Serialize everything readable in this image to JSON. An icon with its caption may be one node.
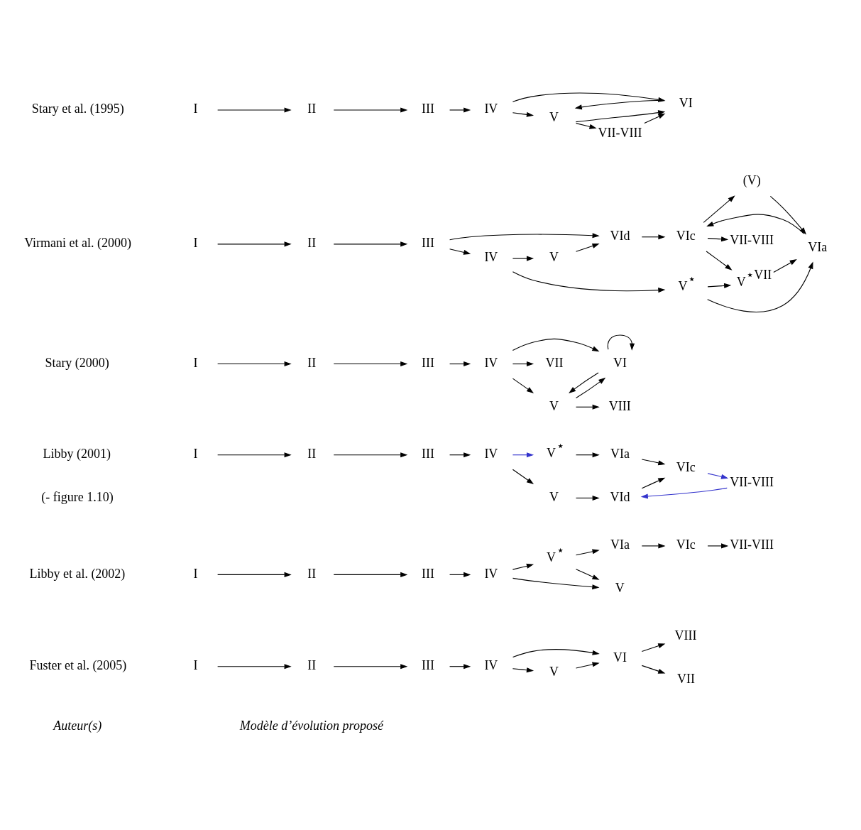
{
  "diagram": {
    "nodes": [
      {
        "text": [
          "I"
        ]
      },
      {
        "text": [
          "II"
        ]
      },
      {
        "text": [
          "III"
        ]
      },
      {
        "text": [
          "IV"
        ]
      },
      {
        "text": [
          "V"
        ]
      },
      {
        "text": [
          "VII-VIII"
        ]
      },
      {
        "text": [
          "VI"
        ]
      },
      {
        "text": [
          "I"
        ]
      },
      {
        "text": [
          "II"
        ]
      },
      {
        "text": [
          "III"
        ]
      },
      {
        "text": [
          "IV"
        ]
      },
      {
        "text": [
          "V"
        ]
      },
      {
        "text": [
          "(V)"
        ]
      },
      {
        "text": [
          "VII-VIII"
        ]
      },
      {
        "text": [
          "V$^{⋆}$"
        ]
      },
      {
        "text": [
          "VIa"
        ]
      },
      {
        "text": [
          "VIc"
        ]
      },
      {
        "text": [
          "VId"
        ]
      },
      {
        "text": [
          "V$^{⋆VII}$"
        ]
      },
      {
        "text": [
          "I"
        ]
      },
      {
        "text": [
          "II"
        ]
      },
      {
        "text": [
          "III"
        ]
      },
      {
        "text": [
          "IV"
        ]
      },
      {
        "text": [
          "V"
        ]
      },
      {
        "text": [
          "VII"
        ]
      },
      {
        "text": [
          "VIII"
        ]
      },
      {
        "text": [
          "VI"
        ]
      },
      {
        "text": [
          "I"
        ]
      },
      {
        "text": [
          "II"
        ]
      },
      {
        "text": [
          "III"
        ]
      },
      {
        "text": [
          "IV"
        ]
      },
      {
        "text": [
          "V"
        ]
      },
      {
        "text": [
          "VII-VIII"
        ]
      },
      {
        "text": [
          "V$^{⋆}$"
        ]
      },
      {
        "text": [
          "VIa"
        ]
      },
      {
        "text": [
          "VIc"
        ]
      },
      {
        "text": [
          "VId"
        ]
      },
      {
        "text": [
          "I"
        ]
      },
      {
        "text": [
          "II"
        ]
      },
      {
        "text": [
          "III"
        ]
      },
      {
        "text": [
          "IV"
        ]
      },
      {
        "text": [
          "V"
        ]
      },
      {
        "text": [
          "VII-VIII"
        ]
      },
      {
        "text": [
          "V$^{⋆}$"
        ]
      },
      {
        "text": [
          "VIa"
        ]
      },
      {
        "text": [
          "VIc"
        ]
      },
      {
        "text": [
          "I"
        ]
      },
      {
        "text": [
          "II"
        ]
      },
      {
        "text": [
          "III"
        ]
      },
      {
        "text": [
          "IV"
        ]
      },
      {
        "text": [
          "V"
        ]
      },
      {
        "text": [
          "VII"
        ]
      },
      {
        "text": [
          "VIII"
        ]
      },
      {
        "text": [
          "VI"
        ]
      }
    ],
    "edges": [
      {
        "from": 0,
        "to": 1,
        "arrow": "to"
      },
      {
        "from": 1,
        "to": 2,
        "arrow": "to"
      },
      {
        "from": 2,
        "to": 3,
        "arrow": "to"
      },
      {
        "from": 3,
        "to": 4,
        "arrow": "to"
      },
      {
        "from": 4,
        "to": 5,
        "arrow": "to"
      },
      {
        "from": 4,
        "to": 6,
        "arrow": "to"
      },
      {
        "from": 6,
        "to": 4,
        "arrow": "to"
      },
      {
        "from": 3,
        "to": 6,
        "arrow": "to"
      },
      {
        "from": 5,
        "to": 6,
        "arrow": "to"
      },
      {
        "from": 7,
        "to": 8,
        "arrow": "to"
      },
      {
        "from": 8,
        "to": 9,
        "arrow": "to"
      },
      {
        "from": 9,
        "to": 10,
        "arrow": "to"
      },
      {
        "from": 10,
        "to": 11,
        "arrow": "to"
      },
      {
        "from": 9,
        "to": 17,
        "arrow": "to"
      },
      {
        "from": 11,
        "to": 17,
        "arrow": "to"
      },
      {
        "from": 16,
        "to": 12,
        "arrow": "to"
      },
      {
        "from": 16,
        "to": 13,
        "arrow": "to"
      },
      {
        "from": 12,
        "to": 15,
        "arrow": "to"
      },
      {
        "from": 10,
        "to": 14,
        "arrow": "to"
      },
      {
        "from": 14,
        "to": 15,
        "arrow": "to"
      },
      {
        "from": 15,
        "to": 16,
        "arrow": "to"
      },
      {
        "from": 17,
        "to": 16,
        "arrow": "to"
      },
      {
        "from": 14,
        "to": 18,
        "arrow": "to"
      },
      {
        "from": 16,
        "to": 18,
        "arrow": "to"
      },
      {
        "from": 18,
        "to": 15,
        "arrow": "to"
      },
      {
        "from": 19,
        "to": 20,
        "arrow": "to"
      },
      {
        "from": 20,
        "to": 21,
        "arrow": "to"
      },
      {
        "from": 21,
        "to": 22,
        "arrow": "to"
      },
      {
        "from": 22,
        "to": 23,
        "arrow": "to"
      },
      {
        "from": 22,
        "to": 24,
        "arrow": "to"
      },
      {
        "from": 23,
        "to": 25,
        "arrow": "to"
      },
      {
        "from": 23,
        "to": 26,
        "arrow": "to"
      },
      {
        "from": 26,
        "to": 23,
        "arrow": "to"
      },
      {
        "from": 26,
        "to": 26,
        "arrow": "to"
      },
      {
        "from": 22,
        "to": 26,
        "arrow": "to"
      },
      {
        "from": 27,
        "to": 28,
        "arrow": "to"
      },
      {
        "from": 28,
        "to": 29,
        "arrow": "to"
      },
      {
        "from": 29,
        "to": 30,
        "arrow": "to"
      },
      {
        "from": 30,
        "to": 31,
        "arrow": "to"
      },
      {
        "from": 31,
        "to": 36,
        "arrow": "to"
      },
      {
        "from": 32,
        "to": 36,
        "arrow": "to",
        "color": "#3333cc"
      },
      {
        "from": 30,
        "to": 33,
        "arrow": "to",
        "color": "#3333cc"
      },
      {
        "from": 33,
        "to": 34,
        "arrow": "to"
      },
      {
        "from": 34,
        "to": 35,
        "arrow": "to"
      },
      {
        "from": 35,
        "to": 32,
        "arrow": "to",
        "color": "#3333cc"
      },
      {
        "from": 36,
        "to": 35,
        "arrow": "to"
      },
      {
        "from": 37,
        "to": 38,
        "arrow": "to"
      },
      {
        "from": 38,
        "to": 39,
        "arrow": "to"
      },
      {
        "from": 39,
        "to": 40,
        "arrow": "to"
      },
      {
        "from": 40,
        "to": 41,
        "arrow": "to"
      },
      {
        "from": 43,
        "to": 41,
        "arrow": "to"
      },
      {
        "from": 45,
        "to": 42,
        "arrow": "to"
      },
      {
        "from": 40,
        "to": 43,
        "arrow": "to"
      },
      {
        "from": 43,
        "to": 44,
        "arrow": "to"
      },
      {
        "from": 44,
        "to": 45,
        "arrow": "to"
      },
      {
        "from": 46,
        "to": 47,
        "arrow": "to"
      },
      {
        "from": 47,
        "to": 48,
        "arrow": "to"
      },
      {
        "from": 48,
        "to": 49,
        "arrow": "to"
      },
      {
        "from": 49,
        "to": 50,
        "arrow": "to"
      },
      {
        "from": 50,
        "to": 53,
        "arrow": "to"
      },
      {
        "from": 49,
        "to": 53,
        "arrow": "to"
      },
      {
        "from": 53,
        "to": 51,
        "arrow": "to"
      },
      {
        "from": 53,
        "to": 52,
        "arrow": "to"
      }
    ],
    "labels": [
      "Auteur(s)",
      "Modèle d’évolution proposé",
      "Stary et al. (1995)",
      "Virmani et al. (2000)",
      "Stary (2000)",
      "Libby (2001)",
      "(- figure 1.10)",
      "Libby et al. (2002)",
      "Fuster et al. (2005)"
    ]
  }
}
